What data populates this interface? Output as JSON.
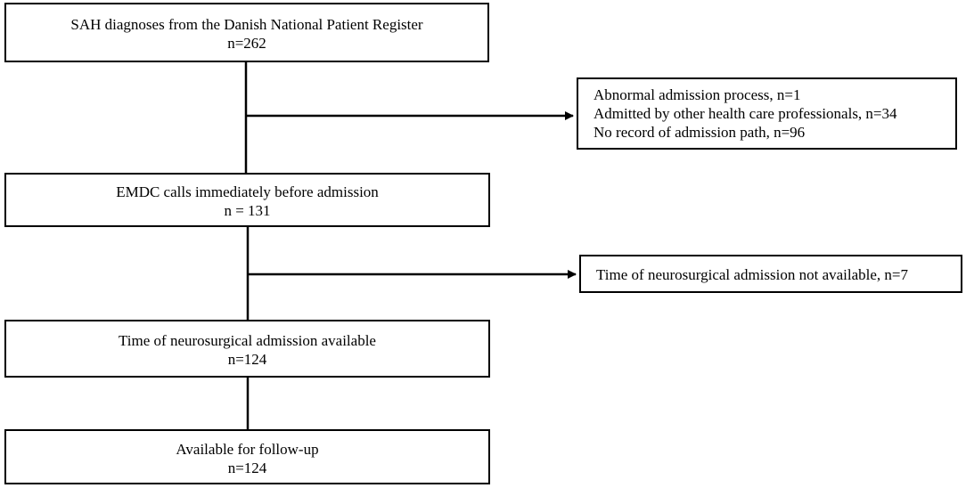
{
  "boxes": {
    "sah": {
      "line1": "SAH diagnoses from the Danish National Patient Register",
      "line2": "n=262"
    },
    "excluded1": {
      "lines": [
        "Abnormal admission process, n=1",
        "Admitted by other health care professionals, n=34",
        "No record of admission path, n=96"
      ]
    },
    "emdc": {
      "line1": "EMDC calls immediately before admission",
      "line2": "n = 131"
    },
    "excluded2": {
      "line1": "Time of neurosurgical admission not available, n=7"
    },
    "neuro": {
      "line1": "Time of neurosurgical admission available",
      "line2": "n=124"
    },
    "followup": {
      "line1": "Available for follow-up",
      "line2": "n=124"
    }
  }
}
